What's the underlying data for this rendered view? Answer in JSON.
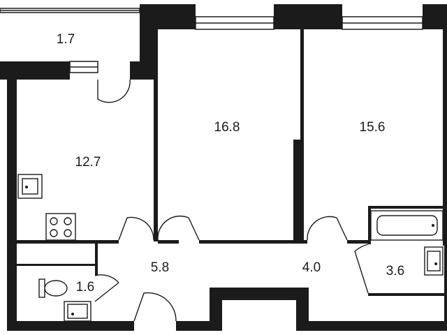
{
  "rooms": [
    {
      "id": "balcony",
      "area": "1.7"
    },
    {
      "id": "kitchen",
      "area": "12.7"
    },
    {
      "id": "bedroom_1",
      "area": "16.8"
    },
    {
      "id": "bedroom_2",
      "area": "15.6"
    },
    {
      "id": "bathroom_small",
      "area": "1.6"
    },
    {
      "id": "hallway",
      "area": "5.8"
    },
    {
      "id": "corridor",
      "area": "4.0"
    },
    {
      "id": "bathroom",
      "area": "3.6"
    }
  ],
  "colors": {
    "wall": "#1b1b1b",
    "background": "#ffffff"
  },
  "icons": [
    "sink-icon",
    "stove-icon",
    "toilet-icon",
    "bathtub-icon",
    "washbasin-icon"
  ]
}
